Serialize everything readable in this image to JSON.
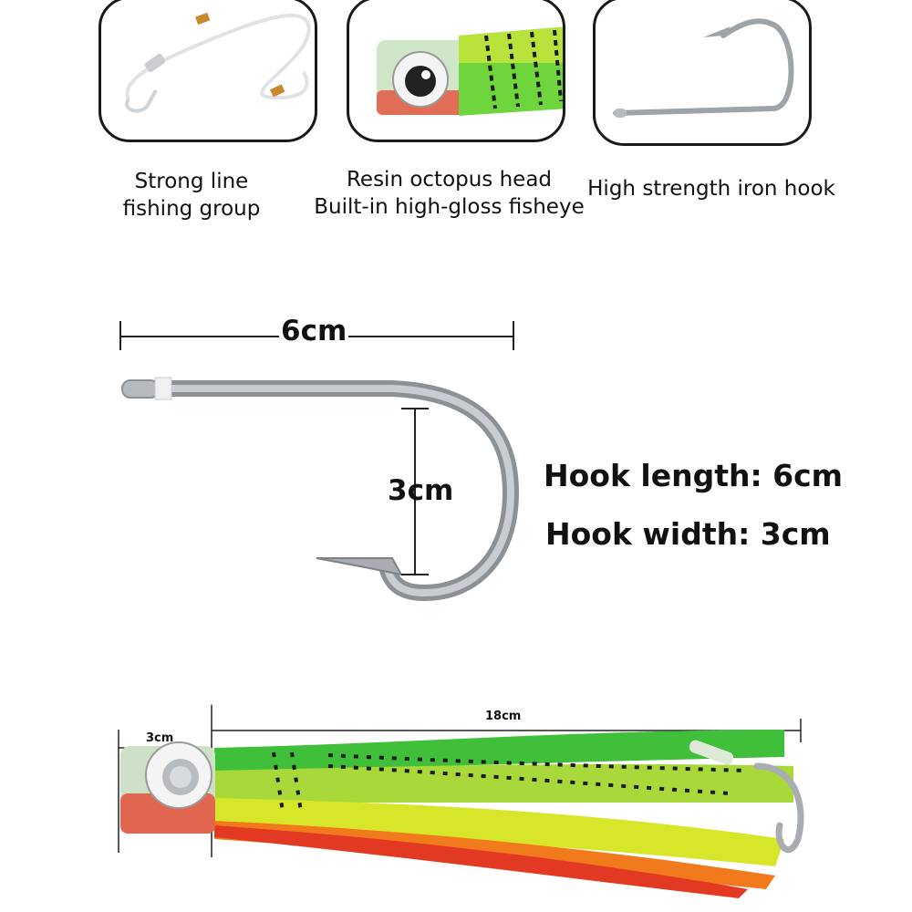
{
  "features": [
    {
      "lines": [
        "Strong line",
        "fishing group"
      ]
    },
    {
      "lines": [
        "Resin octopus head",
        "Built-in high-gloss fisheye"
      ]
    },
    {
      "lines": [
        "High strength iron hook"
      ]
    }
  ],
  "hook_dims": {
    "length_label": "6cm",
    "width_label": "3cm"
  },
  "specs": {
    "length": "Hook length: 6cm",
    "width": "Hook width: 3cm"
  },
  "lure_dims": {
    "length_label": "18cm",
    "head_label": "3cm"
  },
  "colors": {
    "skirt_green": "#3fbf3a",
    "skirt_yellow": "#d8e62a",
    "skirt_orange": "#f07a1c",
    "skirt_red": "#e23a22",
    "steel": "#a9adb1"
  }
}
